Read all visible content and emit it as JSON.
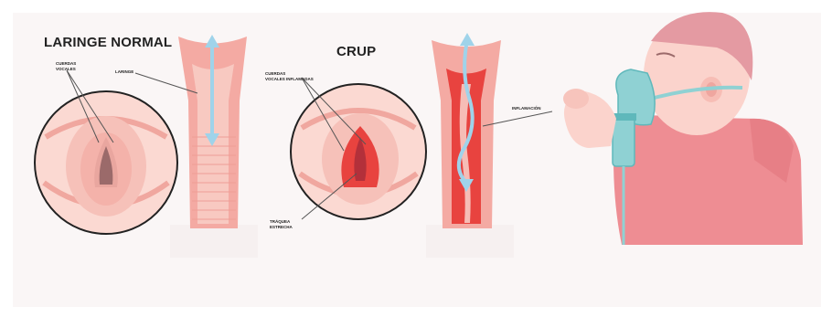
{
  "titles": {
    "normal": "LARINGE NORMAL",
    "croup": "CRUP"
  },
  "labels": {
    "normal_folds": "CUERDAS\nVOCALES",
    "normal_larynx": "LARINGE",
    "croup_folds": "CUERDAS\nVOCALES INFLAMADAS",
    "croup_trachea": "TRÁQUEA\nESTRECHA",
    "croup_inflammation": "INFLAMACIÓN"
  },
  "colors": {
    "background": "#faf6f6",
    "tissue_pink": "#f4b7b0",
    "tissue_light": "#fbd9d2",
    "inflamed_red": "#e8433f",
    "airflow_blue": "#9fd3ea",
    "mask_teal": "#8fd1d3",
    "skin": "#fbd3cc",
    "shirt": "#ee8d93",
    "hair": "#e49aa2"
  }
}
